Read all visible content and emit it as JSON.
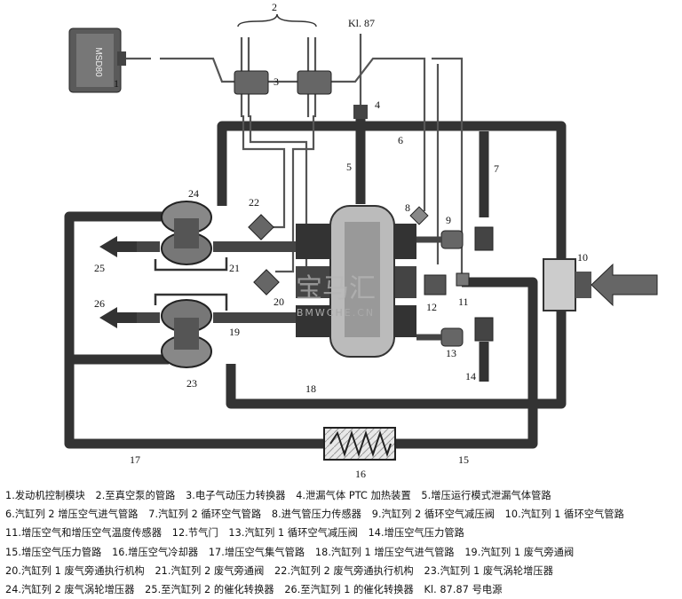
{
  "ecu_label": "MSD80",
  "power_label": "Kl. 87",
  "watermark": {
    "main": "宝马汇",
    "sub": "BMWCHE.CN"
  },
  "numbers": [
    "1",
    "2",
    "3",
    "4",
    "5",
    "6",
    "7",
    "8",
    "9",
    "10",
    "11",
    "12",
    "13",
    "14",
    "15",
    "16",
    "17",
    "18",
    "19",
    "20",
    "21",
    "22",
    "23",
    "24",
    "25",
    "26"
  ],
  "legend": [
    {
      "n": "1.",
      "t": "发动机控制模块"
    },
    {
      "n": "2.",
      "t": "至真空泵的管路"
    },
    {
      "n": "3.",
      "t": "电子气动压力转换器"
    },
    {
      "n": "4.",
      "t": "泄漏气体 PTC 加热装置"
    },
    {
      "n": "5.",
      "t": "增压运行模式泄漏气体管路"
    },
    {
      "n": "6.",
      "t": "汽缸列 2 增压空气进气管路"
    },
    {
      "n": "7.",
      "t": "汽缸列 2 循环空气管路"
    },
    {
      "n": "8.",
      "t": "进气管压力传感器"
    },
    {
      "n": "9.",
      "t": "汽缸列 2 循环空气减压阀"
    },
    {
      "n": "10.",
      "t": "汽缸列 1 循环空气管路"
    },
    {
      "n": "11.",
      "t": "增压空气和增压空气温度传感器"
    },
    {
      "n": "12.",
      "t": "节气门"
    },
    {
      "n": "13.",
      "t": "汽缸列 1 循环空气减压阀"
    },
    {
      "n": "14.",
      "t": "增压空气压力管路"
    },
    {
      "n": "15.",
      "t": "增压空气压力管路"
    },
    {
      "n": "16.",
      "t": "增压空气冷却器"
    },
    {
      "n": "17.",
      "t": "增压空气集气管路"
    },
    {
      "n": "18.",
      "t": "汽缸列 1 增压空气进气管路"
    },
    {
      "n": "19.",
      "t": "汽缸列 1 废气旁通阀"
    },
    {
      "n": "20.",
      "t": "汽缸列 1 废气旁通执行机构"
    },
    {
      "n": "21.",
      "t": "汽缸列 2 废气旁通阀"
    },
    {
      "n": "22.",
      "t": "汽缸列 2 废气旁通执行机构"
    },
    {
      "n": "23.",
      "t": "汽缸列 1 废气涡轮增压器"
    },
    {
      "n": "24.",
      "t": "汽缸列 2 废气涡轮增压器"
    },
    {
      "n": "25.",
      "t": "至汽缸列 2 的催化转换器"
    },
    {
      "n": "26.",
      "t": "至汽缸列 1 的催化转换器"
    },
    {
      "n": "Kl. 87.",
      "t": "87 号电源"
    }
  ]
}
